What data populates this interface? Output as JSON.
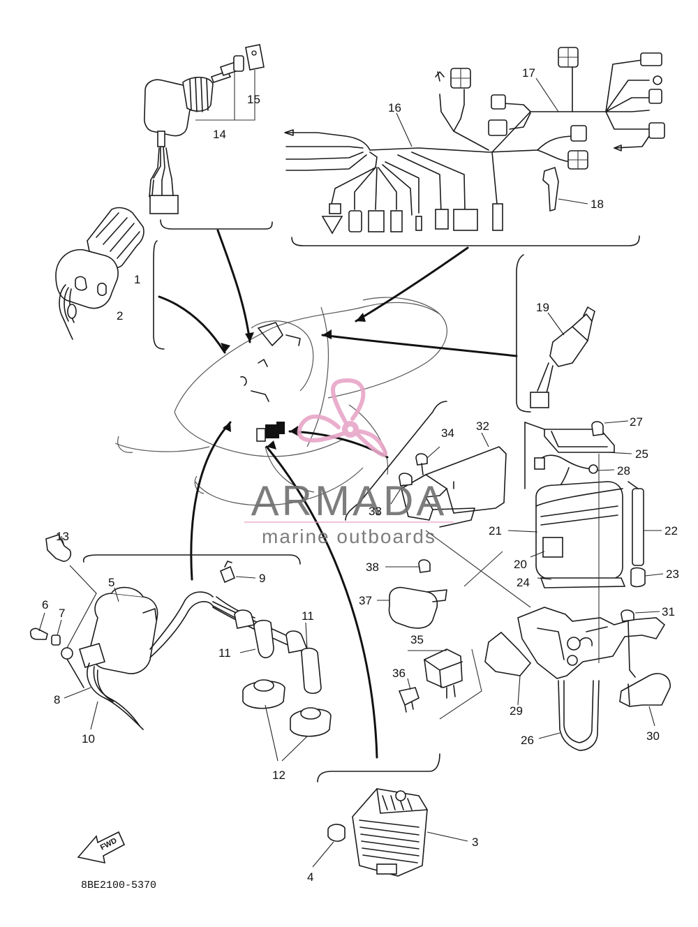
{
  "diagram": {
    "document_number": "8BE2100-5370",
    "fwd_label": "FWD",
    "callouts": [
      "1",
      "2",
      "3",
      "4",
      "5",
      "6",
      "7",
      "8",
      "9",
      "10",
      "11",
      "11",
      "12",
      "13",
      "14",
      "15",
      "16",
      "17",
      "18",
      "19",
      "20",
      "21",
      "22",
      "23",
      "24",
      "25",
      "26",
      "27",
      "28",
      "29",
      "30",
      "31",
      "32",
      "33",
      "34",
      "35",
      "36",
      "37",
      "38"
    ]
  },
  "watermark": {
    "brand": "ARMADA",
    "tagline": "marine outboards",
    "accent_color": "#e8a6c8",
    "text_color": "#6f6f6f"
  },
  "icons": [
    "propeller-logo-icon",
    "fwd-arrow-icon"
  ]
}
